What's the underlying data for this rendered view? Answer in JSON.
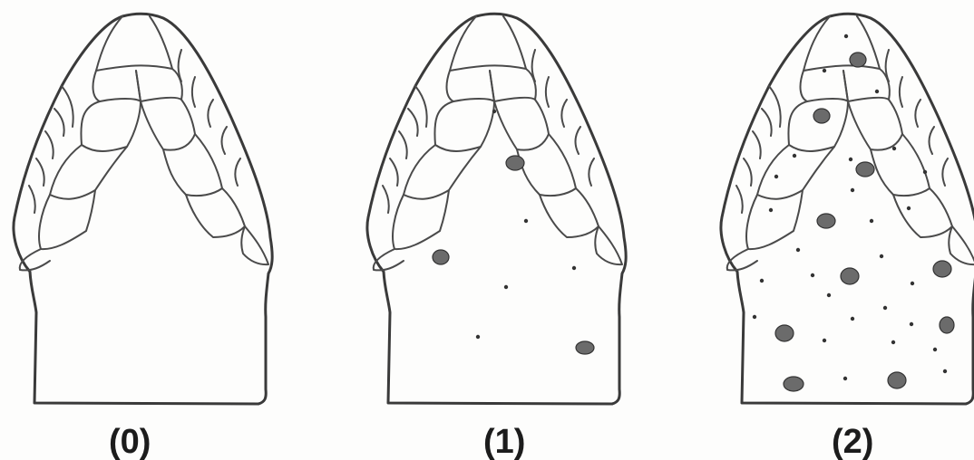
{
  "figure": {
    "panels": [
      {
        "label": "(0)",
        "description_state": 0
      },
      {
        "label": "(1)",
        "description_state": 1
      },
      {
        "label": "(2)",
        "description_state": 2
      }
    ],
    "colors": {
      "background": "#fdfdfc",
      "ink": "#3a3a3a",
      "spot_fill": "#6b6b6b"
    }
  }
}
